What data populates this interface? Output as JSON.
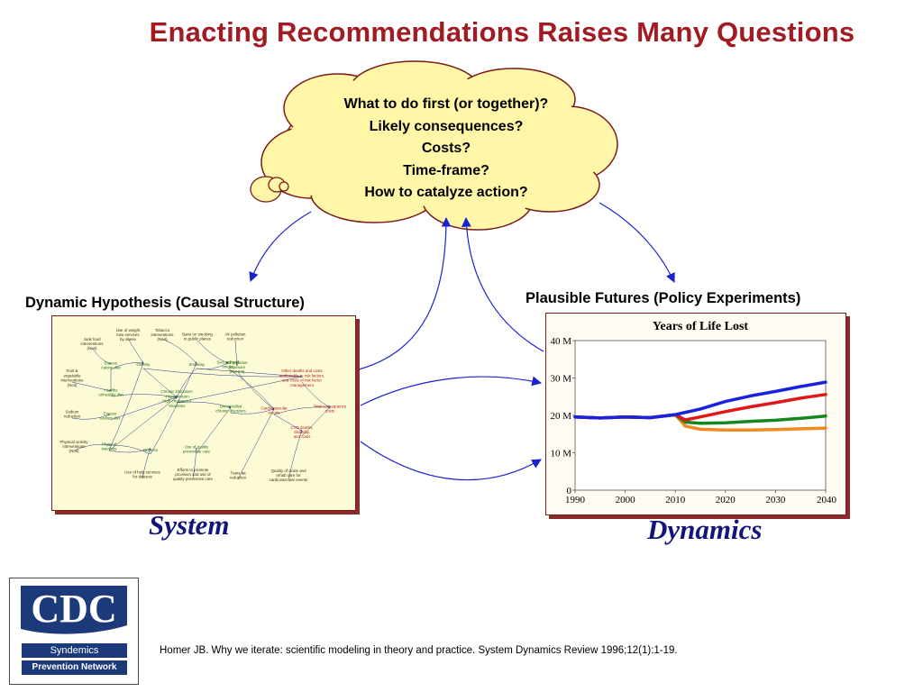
{
  "title": "Enacting Recommendations Raises Many Questions",
  "cloud": {
    "lines": [
      "What to do first (or together)?",
      "Likely consequences?",
      "Costs?",
      "Time-frame?",
      "How to catalyze action?"
    ]
  },
  "left": {
    "label": "Dynamic Hypothesis (Causal Structure)",
    "caption": "System",
    "nodes": [
      {
        "id": "junk",
        "lines": [
          "Junk food",
          "interventions",
          "(No4)"
        ],
        "style": "b"
      },
      {
        "id": "weight",
        "lines": [
          "Use of weight",
          "loss services",
          "by obese"
        ],
        "style": "b"
      },
      {
        "id": "tobacco",
        "lines": [
          "Tobacco",
          "interventions",
          "(No4)"
        ],
        "style": "b"
      },
      {
        "id": "bans",
        "lines": [
          "Bans on smoking",
          "in public places"
        ],
        "style": "b"
      },
      {
        "id": "airint",
        "lines": [
          "Air pollution",
          "reduction"
        ],
        "style": "b"
      },
      {
        "id": "excesscal",
        "lines": [
          "Excess",
          "calorie diet"
        ],
        "style": "g"
      },
      {
        "id": "obesity",
        "lines": [
          "Obesity"
        ],
        "style": "g"
      },
      {
        "id": "smoking",
        "lines": [
          "Smoking"
        ],
        "style": "g"
      },
      {
        "id": "secondhand",
        "lines": [
          "Secondhand",
          "smoke"
        ],
        "style": "g"
      },
      {
        "id": "airexp",
        "lines": [
          "Air pollution",
          "exposure",
          "(PM 2.5)"
        ],
        "style": "g"
      },
      {
        "id": "fruit",
        "lines": [
          "Fruit &",
          "vegetable",
          "interventions",
          "(No3)"
        ],
        "style": "b"
      },
      {
        "id": "otherdeaths",
        "lines": [
          "Other deaths and costs",
          "attributable to risk factors,",
          "and costs of risk factor",
          "management"
        ],
        "style": "r"
      },
      {
        "id": "unhealthy",
        "lines": [
          "Healthy",
          "unhealthy diet"
        ],
        "style": "g"
      },
      {
        "id": "chronic",
        "lines": [
          "Chronic Disorders",
          "-Hypertension",
          "High cholesterol",
          "-Diabetes"
        ],
        "style": "g"
      },
      {
        "id": "sodium",
        "lines": [
          "Sodium",
          "reduction"
        ],
        "style": "b"
      },
      {
        "id": "excesssod",
        "lines": [
          "Excess",
          "sodium diet"
        ],
        "style": "g"
      },
      {
        "id": "uncontrolled",
        "lines": [
          "Uncontrolled",
          "chronic disorders"
        ],
        "style": "g"
      },
      {
        "id": "cvevents",
        "lines": [
          "Cardiovascular",
          "events"
        ],
        "style": "r"
      },
      {
        "id": "totalcost",
        "lines": [
          "Total consequence",
          "costs"
        ],
        "style": "r"
      },
      {
        "id": "cvddeaths",
        "lines": [
          "CVD deaths,",
          "disability,",
          "and costs"
        ],
        "style": "r"
      },
      {
        "id": "physint",
        "lines": [
          "Physical activity",
          "interventions",
          "(No6)"
        ],
        "style": "b"
      },
      {
        "id": "physinact",
        "lines": [
          "Physical",
          "inactivity"
        ],
        "style": "g"
      },
      {
        "id": "distress",
        "lines": [
          "Distress"
        ],
        "style": "g"
      },
      {
        "id": "qualcare",
        "lines": [
          "Use of quality",
          "preventive care"
        ],
        "style": "g"
      },
      {
        "id": "helpserv",
        "lines": [
          "Use of help services",
          "for distress"
        ],
        "style": "b"
      },
      {
        "id": "efforts",
        "lines": [
          "Efforts to promote",
          "provision and use of",
          "quality preventive care"
        ],
        "style": "b"
      },
      {
        "id": "transfat",
        "lines": [
          "Trans fat",
          "reduction"
        ],
        "style": "b"
      },
      {
        "id": "qualacute",
        "lines": [
          "Quality of acute and",
          "rehab care for",
          "cardiovascular events"
        ],
        "style": "b"
      }
    ]
  },
  "right": {
    "label": "Plausible Futures (Policy Experiments)",
    "caption": "Dynamics"
  },
  "chart_data": {
    "type": "line",
    "title": "Years of Life Lost",
    "xlabel": "",
    "ylabel": "",
    "xlim": [
      1990,
      2040
    ],
    "ylim": [
      0,
      40
    ],
    "x_ticks": [
      "1990",
      "2000",
      "2010",
      "2020",
      "2030",
      "2040"
    ],
    "y_ticks": [
      "0",
      "10 M",
      "20 M",
      "30 M",
      "40 M"
    ],
    "grid": false,
    "legend": "none",
    "series": [
      {
        "color": "#1a22e0",
        "x": [
          1990,
          1995,
          2000,
          2005,
          2010,
          2015,
          2020,
          2025,
          2030,
          2035,
          2040
        ],
        "values": [
          19.6,
          19.3,
          19.6,
          19.4,
          20.2,
          21.7,
          23.7,
          25.2,
          26.4,
          27.7,
          28.9
        ]
      },
      {
        "color": "#e21818",
        "x": [
          1990,
          1995,
          2000,
          2005,
          2010,
          2012,
          2015,
          2020,
          2025,
          2030,
          2035,
          2040
        ],
        "values": [
          19.6,
          19.3,
          19.6,
          19.4,
          20.2,
          18.8,
          19.6,
          21.0,
          22.3,
          23.4,
          24.6,
          25.6
        ]
      },
      {
        "color": "#13881e",
        "x": [
          1990,
          1995,
          2000,
          2005,
          2010,
          2012,
          2015,
          2020,
          2025,
          2030,
          2035,
          2040
        ],
        "values": [
          19.6,
          19.3,
          19.6,
          19.4,
          20.2,
          18.2,
          17.9,
          18.0,
          18.4,
          18.7,
          19.2,
          19.8
        ]
      },
      {
        "color": "#f08a1e",
        "x": [
          1990,
          1995,
          2000,
          2005,
          2010,
          2012,
          2015,
          2020,
          2025,
          2030,
          2035,
          2040
        ],
        "values": [
          19.6,
          19.3,
          19.6,
          19.4,
          20.2,
          17.1,
          16.3,
          16.1,
          16.1,
          16.2,
          16.4,
          16.6
        ]
      }
    ]
  },
  "logo": {
    "text": "CDC",
    "line1": "Syndemics",
    "line2": "Prevention Network",
    "color": "#1c3a7a"
  },
  "citation": "Homer JB. Why we iterate: scientific modeling in theory and practice. System Dynamics Review 1996;12(1):1-19."
}
